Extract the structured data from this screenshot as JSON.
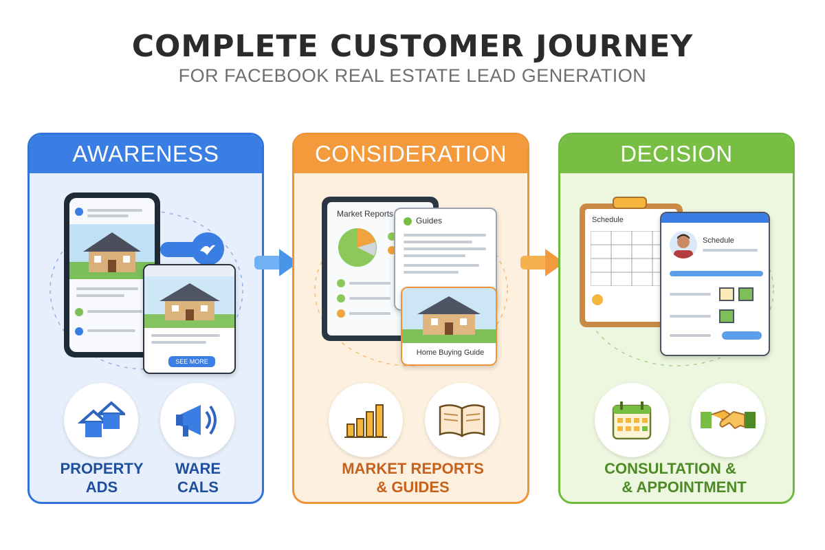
{
  "header": {
    "title": "COMPLETE CUSTOMER JOURNEY",
    "subtitle": "FOR FACEBOOK REAL ESTATE LEAD GENERATION"
  },
  "stages": [
    {
      "name": "AWARENESS",
      "accent": "#3a7ee3",
      "card_button": "SEE MORE",
      "icon_labels": [
        "PROPERTY ADS",
        "WARE CALS"
      ],
      "label_color": "#1e4e9e"
    },
    {
      "name": "CONSIDERATION",
      "accent": "#f39a3c",
      "tablet_title": "Market Reports",
      "doc_title": "Guides",
      "card_caption": "Home Buying Guide",
      "icon_labels": [
        "MARKET REPORTS",
        "& GUIDES"
      ],
      "label_color": "#c8601a"
    },
    {
      "name": "DECISION",
      "accent": "#78be45",
      "clipboard_title": "Schedule",
      "profile_title": "Schedule",
      "icon_labels": [
        "CONSULTATION &",
        "& APPOINTMENT"
      ],
      "label_color": "#4d8a26"
    }
  ],
  "icons": [
    "house-icon",
    "megaphone-icon",
    "bar-chart-icon",
    "open-book-icon",
    "calendar-icon",
    "handshake-icon",
    "right-arrow-icon"
  ]
}
